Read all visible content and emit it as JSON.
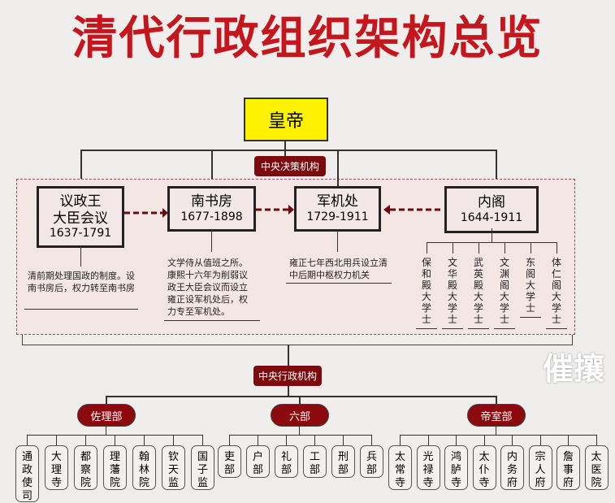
{
  "title": "清代行政组织架构总览",
  "emperor": "皇帝",
  "central_decision": "中央决策机构",
  "central_admin": "中央行政机构",
  "decision_bodies": [
    {
      "name": "议政王\n大臣会议",
      "name1": "议政王",
      "name2": "大臣会议",
      "years": "1637-1791",
      "note": "清前期处理国政的制度。设南书房后，权力转至南书房"
    },
    {
      "name": "南书房",
      "years": "1677-1898",
      "note": "文学侍从值班之所。康熙十六年为削弱议政王大臣会议而设立雍正设军机处后，权力专至军机处。"
    },
    {
      "name": "军机处",
      "years": "1729-1911",
      "note": "雍正七年西北用兵设立清中后期中枢权力机关"
    },
    {
      "name": "内阁",
      "years": "1644-1911"
    }
  ],
  "grand_secretaries": [
    "保和殿大学士",
    "文华殿大学士",
    "武英殿大学士",
    "文渊阁大学士",
    "东阁大学士",
    "体仁阁大学士"
  ],
  "departments": [
    {
      "name": "佐理部",
      "units": [
        "通政使司",
        "大理寺",
        "都察院",
        "理藩院",
        "翰林院",
        "钦天监",
        "国子监"
      ]
    },
    {
      "name": "六部",
      "units": [
        "吏部",
        "户部",
        "礼部",
        "工部",
        "刑部",
        "兵部"
      ]
    },
    {
      "name": "帝室部",
      "units": [
        "太常寺",
        "光禄寺",
        "鸿胪寺",
        "太仆寺",
        "内务府",
        "宗人府",
        "詹事府",
        "太医院"
      ]
    }
  ],
  "watermark": "催攘",
  "colors": {
    "title": "#c4161c",
    "accent": "#8c0a0e",
    "emperor": "#fff200"
  }
}
